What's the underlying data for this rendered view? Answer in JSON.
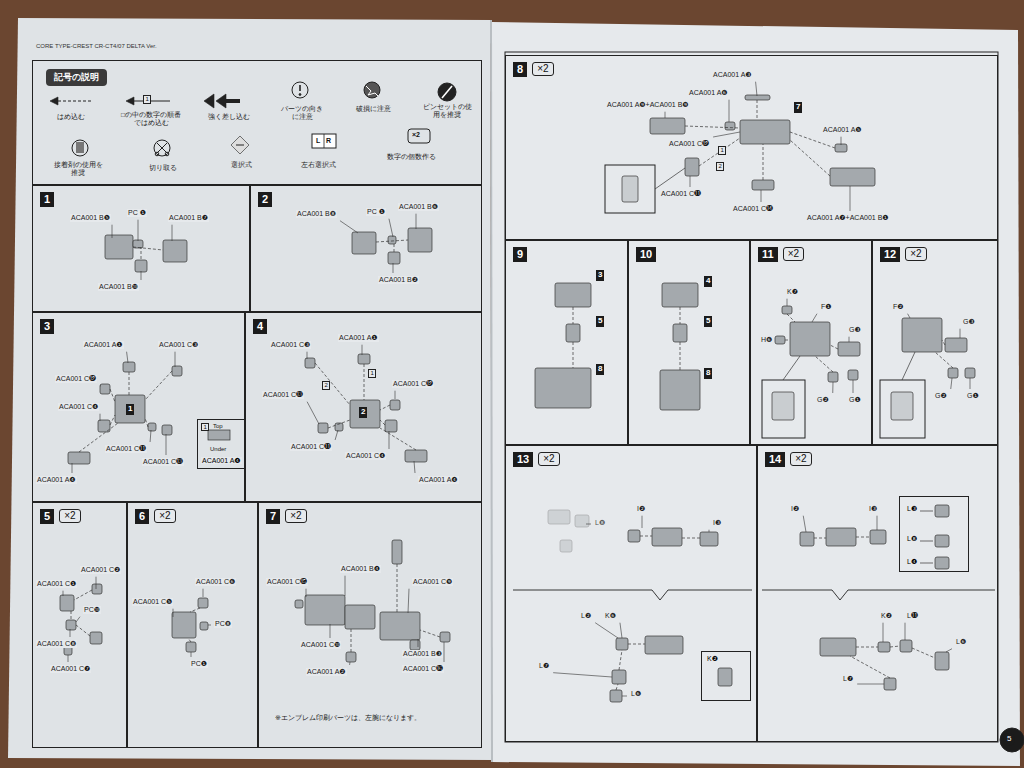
{
  "diagram": {
    "nodes": [
      {
        "text": [
          "記号の説明"
        ]
      },
      {
        "text": [
          "1"
        ]
      },
      {
        "text": [
          "2"
        ]
      },
      {
        "text": [
          "3"
        ]
      },
      {
        "text": [
          "1",
          "Top",
          "Under",
          "ACA001 A❹"
        ],
        "in": 3
      },
      {
        "text": [
          "4"
        ]
      },
      {
        "text": [
          "5",
          "×2"
        ]
      },
      {
        "text": [
          "6",
          "×2"
        ]
      },
      {
        "text": [
          "7",
          "×2"
        ]
      },
      {
        "text": [
          "8",
          "×2"
        ]
      },
      {
        "text": [
          "9"
        ]
      },
      {
        "text": [
          "10"
        ]
      },
      {
        "text": [
          "11",
          "×2"
        ]
      },
      {
        "text": [
          "12",
          "×2"
        ]
      },
      {
        "text": [
          "13",
          "×2"
        ]
      },
      {
        "text": [
          "K❷"
        ],
        "in": 14
      },
      {
        "text": [
          "14",
          "×2"
        ]
      },
      {
        "text": [
          "L❸",
          "L❽",
          "L❹"
        ],
        "in": 16
      }
    ],
    "labels": [
      "CORE TYPE-CREST CR-CT4/07 DELTA Ver.",
      "1",
      "L",
      "R",
      "×2",
      "ACA001 B❺",
      "PC ❶",
      "ACA001 B❼",
      "ACA001 B❿",
      "ACA001 B❽",
      "PC ❶",
      "ACA001 B❻",
      "ACA001 B❷",
      "ACA001 A❶",
      "ACA001 C❸",
      "ACA001 C⓬",
      "1",
      "ACA001 C❹",
      "ACA001 C⓫",
      "ACA001 C⓭",
      "ACA001 A❹",
      "ACA001 A❶",
      "ACA001 C❸",
      "ACA001 C⓬",
      "2",
      "1",
      "2",
      "ACA001 C⓭",
      "ACA001 C⓫",
      "ACA001 C❹",
      "ACA001 A❹",
      "ACA001 C❶",
      "ACA001 C❷",
      "PC❿",
      "ACA001 C❽",
      "ACA001 C❼",
      "ACA001 C❻",
      "ACA001 C❺",
      "PC❽",
      "PC❶",
      "ACA001 B❹",
      "ACA001 C⓯",
      "ACA001 C❾",
      "ACA001 C❿",
      "ACA001 A❷",
      "ACA001 B❸",
      "ACA001 C⓰",
      "※エンブレム印刷パーツは、左腕になります。",
      "ACA001 A❸",
      "ACA001 A❻",
      "ACA001 A❾+ACA001 B❾",
      "7",
      "ACA001 A❺",
      "ACA001 C⓬",
      "1",
      "2",
      "ACA001 C⓫",
      "ACA001 C⓮",
      "ACA001 A❼+ACA001 B❶",
      "3",
      "5",
      "8",
      "4",
      "5",
      "8",
      "K❼",
      "F❶",
      "H❻",
      "G❸",
      "G❷",
      "G❶",
      "F❷",
      "G❸",
      "G❷",
      "G❶",
      "I❷",
      "L❽",
      "I❸",
      "L❷",
      "K❻",
      "L❼",
      "L❻",
      "I❷",
      "I❸",
      "K❷",
      "L⓫",
      "L❻",
      "L❼",
      "5"
    ],
    "legend": [
      {
        "text": "はめ込む"
      },
      {
        "text": "□の中の数字の順番ではめ込む"
      },
      {
        "text": "強く差し込む"
      },
      {
        "text": "パーツの向きに注意"
      },
      {
        "text": "破損に注意"
      },
      {
        "text": "ピンセットの使用を推奨"
      },
      {
        "text": "接着剤の使用を推奨"
      },
      {
        "text": "切り取る"
      },
      {
        "text": "選択式"
      },
      {
        "text": "左右選択式"
      },
      {
        "text": "数字の個数作る"
      }
    ]
  }
}
